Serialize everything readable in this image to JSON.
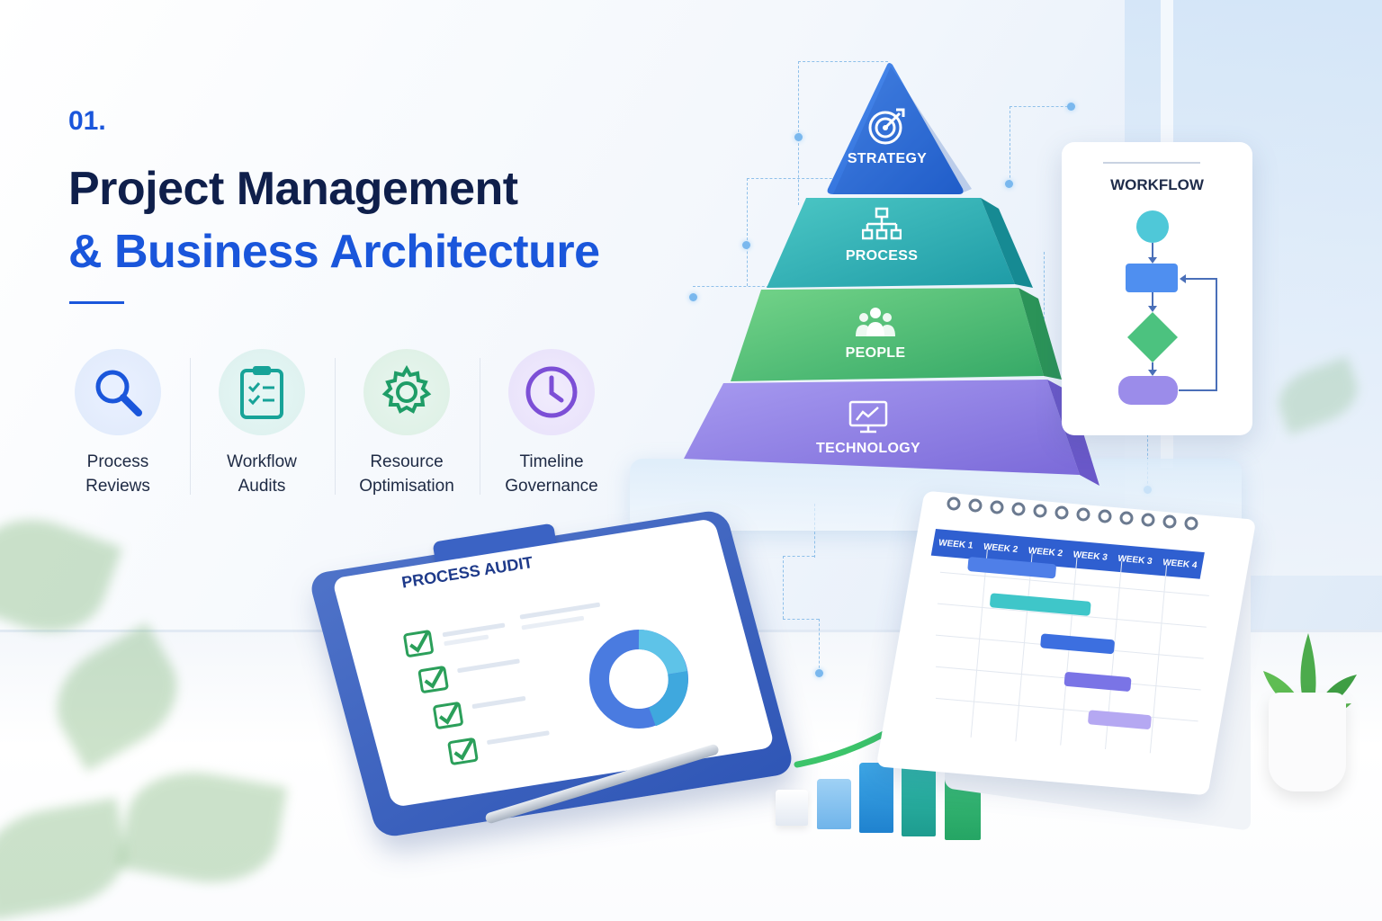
{
  "header": {
    "number": "01.",
    "title_line1": "Project Management",
    "title_line2": "& Business Architecture"
  },
  "features": [
    {
      "label_line1": "Process",
      "label_line2": "Reviews",
      "icon": "magnifier-icon",
      "color": "#1a56db"
    },
    {
      "label_line1": "Workflow",
      "label_line2": "Audits",
      "icon": "clipboard-checklist-icon",
      "color": "#17a398"
    },
    {
      "label_line1": "Resource",
      "label_line2": "Optimisation",
      "icon": "gear-icon",
      "color": "#1f9d67"
    },
    {
      "label_line1": "Timeline",
      "label_line2": "Governance",
      "icon": "clock-icon",
      "color": "#7c4fd6"
    }
  ],
  "pyramid": {
    "tiers": [
      {
        "label": "STRATEGY",
        "icon": "target-icon"
      },
      {
        "label": "PROCESS",
        "icon": "hierarchy-icon"
      },
      {
        "label": "PEOPLE",
        "icon": "people-icon"
      },
      {
        "label": "TECHNOLOGY",
        "icon": "monitor-chart-icon"
      }
    ]
  },
  "workflow_card": {
    "title": "WORKFLOW"
  },
  "clipboard": {
    "title": "PROCESS AUDIT",
    "checked_items": 4
  },
  "calendar": {
    "weeks": [
      "WEEK 1",
      "WEEK 2",
      "WEEK 2",
      "WEEK 3",
      "WEEK 3",
      "WEEK 4"
    ]
  },
  "colors": {
    "primary": "#1a56db",
    "navy": "#0f1f4b",
    "teal": "#2bb3b1",
    "green": "#3fbf6f",
    "purple": "#8a7be3"
  }
}
